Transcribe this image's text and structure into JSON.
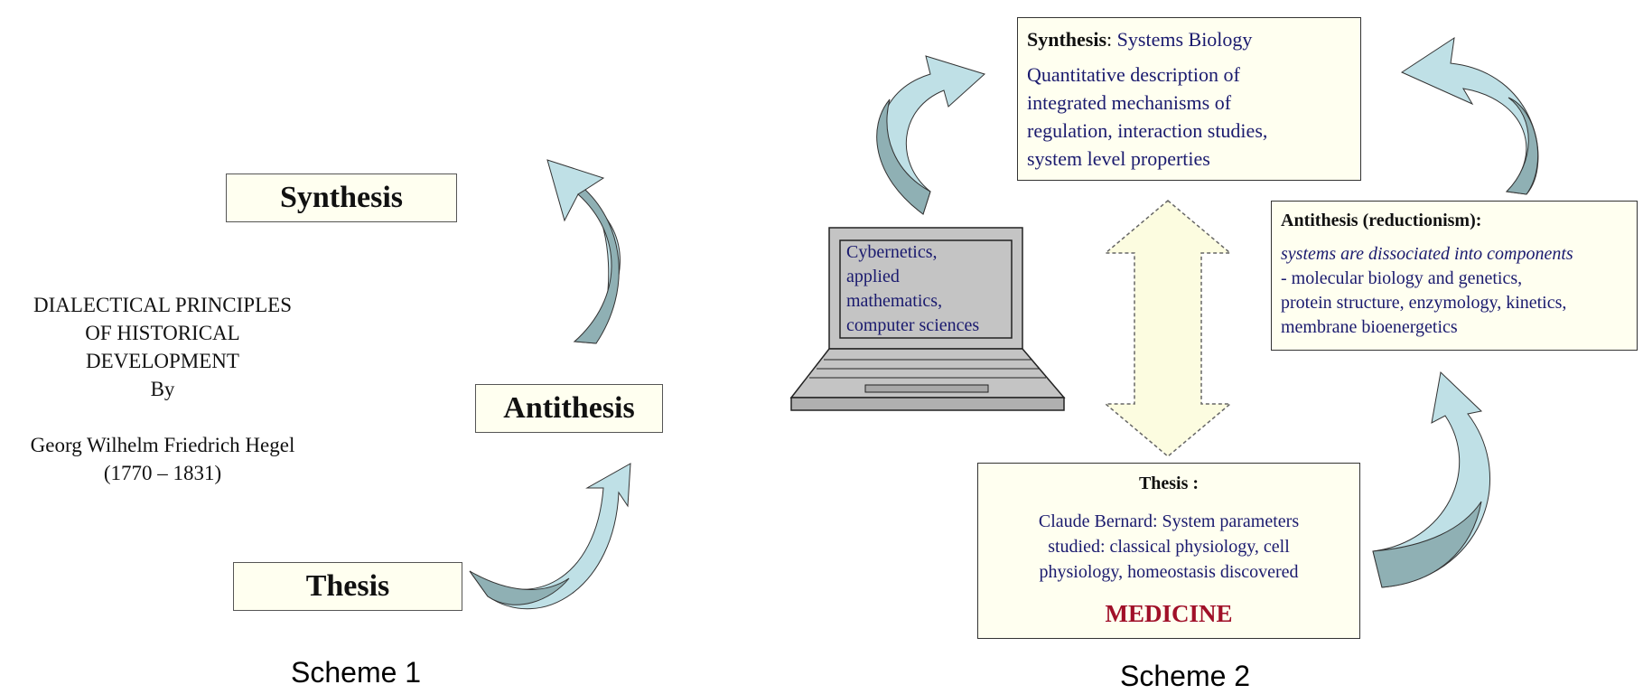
{
  "scheme1": {
    "caption": "Scheme 1",
    "synthesis": "Synthesis",
    "antithesis": "Antithesis",
    "thesis": "Thesis",
    "title_lines": [
      "DIALECTICAL PRINCIPLES",
      "OF HISTORICAL",
      "DEVELOPMENT",
      "By",
      "",
      "Georg Wilhelm Friedrich Hegel",
      "(1770 – 1831)"
    ]
  },
  "scheme2": {
    "caption": "Scheme 2",
    "synthesis": {
      "head": "Synthesis",
      "sep": ":",
      "sub": " Systems Biology",
      "body_lines": [
        "Quantitative description of",
        "integrated mechanisms of",
        "regulation, interaction studies,",
        "system level properties"
      ]
    },
    "antithesis": {
      "head": "Antithesis (reductionism):",
      "italic": "systems are dissociated into components",
      "body_lines": [
        "- molecular biology and genetics,",
        "protein structure, enzymology, kinetics,",
        "membrane bioenergetics"
      ]
    },
    "thesis": {
      "head": "Thesis :",
      "body_lines": [
        "Claude Bernard: System parameters",
        "studied: classical physiology, cell",
        "physiology, homeostasis discovered"
      ],
      "footer": "MEDICINE"
    },
    "laptop": {
      "screen_lines": [
        "Cybernetics,",
        "applied",
        "mathematics,",
        "computer sciences"
      ]
    }
  },
  "colors": {
    "box_fill": "#fffff0",
    "arrow_light": "#bfe0e6",
    "arrow_dark": "#8fb0b4",
    "navy_text": "#1a1a6e",
    "medicine": "#a01028"
  }
}
